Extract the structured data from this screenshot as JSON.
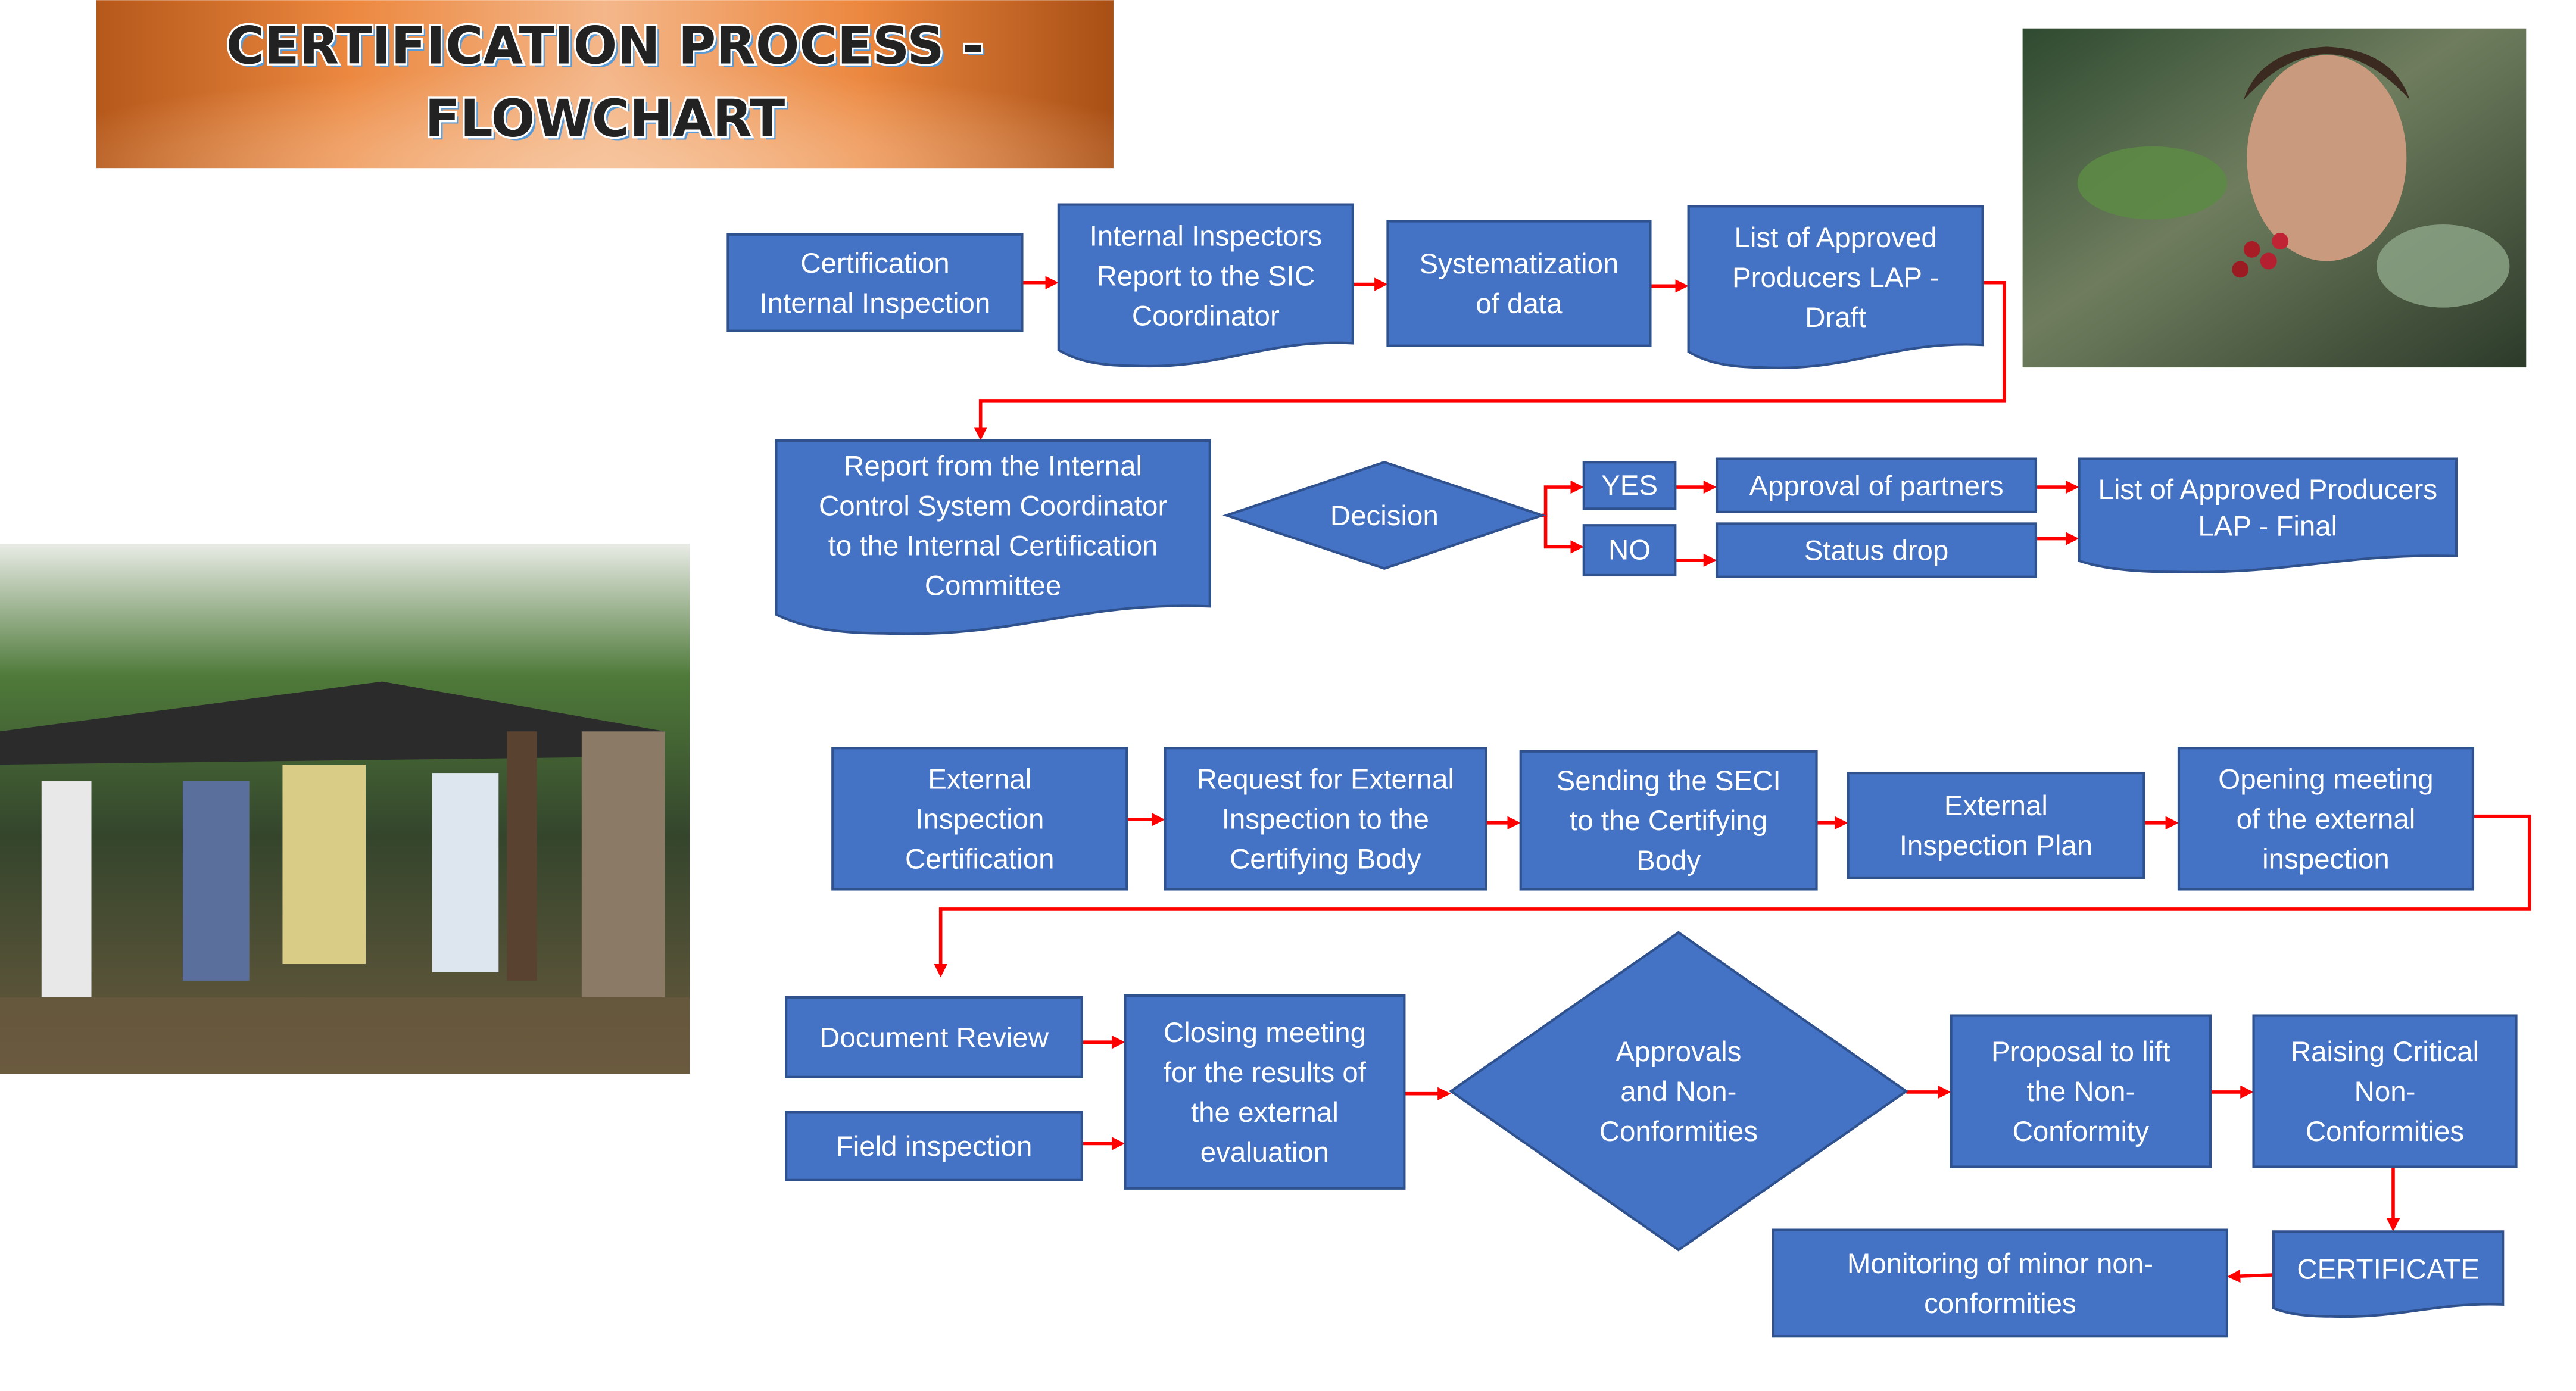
{
  "title": {
    "line1": "CERTIFICATION PROCESS -",
    "line2": "FLOWCHART"
  },
  "colors": {
    "node_fill": "#4472c4",
    "node_border": "#2f528f",
    "arrow": "#ff0000",
    "banner_dark": "#b5581a",
    "banner_light": "#f4b78a"
  },
  "photos": {
    "top_right": "photo-man-picking-coffee-cherries",
    "left": "photo-group-of-farmers-under-shelter"
  },
  "nodes": {
    "n1": {
      "lines": [
        "Certification",
        "Internal Inspection"
      ],
      "shape": "process"
    },
    "n2": {
      "lines": [
        "Internal Inspectors",
        "Report to the SIC",
        "Coordinator"
      ],
      "shape": "document"
    },
    "n3": {
      "lines": [
        "Systematization",
        "of data"
      ],
      "shape": "process"
    },
    "n4": {
      "lines": [
        "List of Approved",
        "Producers LAP -",
        "Draft"
      ],
      "shape": "document"
    },
    "n5": {
      "lines": [
        "Report from the Internal",
        "Control System Coordinator",
        "to the Internal Certification",
        "Committee"
      ],
      "shape": "document"
    },
    "n6": {
      "lines": [
        "Decision"
      ],
      "shape": "decision"
    },
    "n7": {
      "lines": [
        "YES"
      ],
      "shape": "process"
    },
    "n8": {
      "lines": [
        "NO"
      ],
      "shape": "process"
    },
    "n9": {
      "lines": [
        "Approval of partners"
      ],
      "shape": "process"
    },
    "n10": {
      "lines": [
        "Status drop"
      ],
      "shape": "process"
    },
    "n11": {
      "lines": [
        "List of Approved Producers",
        "LAP - Final"
      ],
      "shape": "document"
    },
    "n12": {
      "lines": [
        "External",
        "Inspection",
        "Certification"
      ],
      "shape": "process"
    },
    "n13": {
      "lines": [
        "Request for External",
        "Inspection to the",
        "Certifying Body"
      ],
      "shape": "process"
    },
    "n14": {
      "lines": [
        "Sending the SECI",
        "to the Certifying",
        "Body"
      ],
      "shape": "process"
    },
    "n15": {
      "lines": [
        "External",
        "Inspection Plan"
      ],
      "shape": "process"
    },
    "n16": {
      "lines": [
        "Opening meeting",
        "of the external",
        "inspection"
      ],
      "shape": "process"
    },
    "n17": {
      "lines": [
        "Document Review"
      ],
      "shape": "process"
    },
    "n18": {
      "lines": [
        "Field inspection"
      ],
      "shape": "process"
    },
    "n19": {
      "lines": [
        "Closing meeting",
        "for the results of",
        "the external",
        "evaluation"
      ],
      "shape": "process"
    },
    "n20": {
      "lines": [
        "Approvals",
        "and Non-",
        "Conformities"
      ],
      "shape": "decision"
    },
    "n21": {
      "lines": [
        "Proposal to lift",
        "the Non-",
        "Conformity"
      ],
      "shape": "process"
    },
    "n22": {
      "lines": [
        "Raising Critical",
        "Non-",
        "Conformities"
      ],
      "shape": "process"
    },
    "n23": {
      "lines": [
        "CERTIFICATE"
      ],
      "shape": "document"
    },
    "n24": {
      "lines": [
        "Monitoring of minor non-",
        "conformities"
      ],
      "shape": "process"
    }
  },
  "edges": [
    {
      "from": "n1",
      "to": "n2"
    },
    {
      "from": "n2",
      "to": "n3"
    },
    {
      "from": "n3",
      "to": "n4"
    },
    {
      "from": "n4",
      "to": "n5"
    },
    {
      "from": "n6",
      "to": "n7"
    },
    {
      "from": "n6",
      "to": "n8"
    },
    {
      "from": "n7",
      "to": "n9"
    },
    {
      "from": "n8",
      "to": "n10"
    },
    {
      "from": "n9",
      "to": "n11"
    },
    {
      "from": "n10",
      "to": "n11"
    },
    {
      "from": "n12",
      "to": "n13"
    },
    {
      "from": "n13",
      "to": "n14"
    },
    {
      "from": "n14",
      "to": "n15"
    },
    {
      "from": "n15",
      "to": "n16"
    },
    {
      "from": "n16",
      "to": "n17"
    },
    {
      "from": "n17",
      "to": "n19"
    },
    {
      "from": "n18",
      "to": "n19"
    },
    {
      "from": "n19",
      "to": "n20"
    },
    {
      "from": "n20",
      "to": "n21"
    },
    {
      "from": "n21",
      "to": "n22"
    },
    {
      "from": "n22",
      "to": "n23"
    },
    {
      "from": "n23",
      "to": "n24"
    }
  ]
}
